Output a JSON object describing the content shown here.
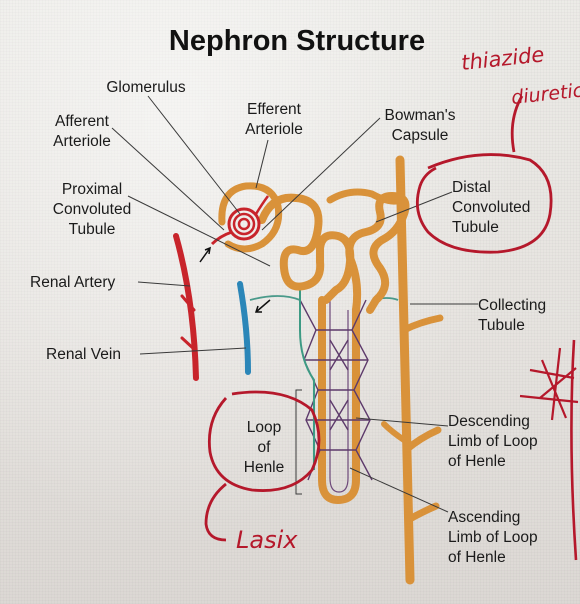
{
  "title": "Nephron Structure",
  "labels": {
    "glomerulus": "Glomerulus",
    "afferent_1": "Afferent",
    "afferent_2": "Arteriole",
    "efferent_1": "Efferent",
    "efferent_2": "Arteriole",
    "bowmans_1": "Bowman's",
    "bowmans_2": "Capsule",
    "pct_1": "Proximal",
    "pct_2": "Convoluted",
    "pct_3": "Tubule",
    "dct_1": "Distal",
    "dct_2": "Convoluted",
    "dct_3": "Tubule",
    "renal_artery": "Renal Artery",
    "renal_vein": "Renal Vein",
    "collecting_1": "Collecting",
    "collecting_2": "Tubule",
    "loop_1": "Loop",
    "loop_2": "of",
    "loop_3": "Henle",
    "desc_1": "Descending",
    "desc_2": "Limb of Loop",
    "desc_3": "of Henle",
    "asc_1": "Ascending",
    "asc_2": "Limb of Loop",
    "asc_3": "of Henle"
  },
  "annotations": {
    "thiazide_1": "thiazide",
    "thiazide_2": "diuretic",
    "lasix": "Lasix"
  },
  "colors": {
    "tubule": "#d9923a",
    "artery": "#c8242b",
    "vein": "#2b86b8",
    "capillary": "#5d3a6b",
    "annotation": "#b5182b"
  }
}
